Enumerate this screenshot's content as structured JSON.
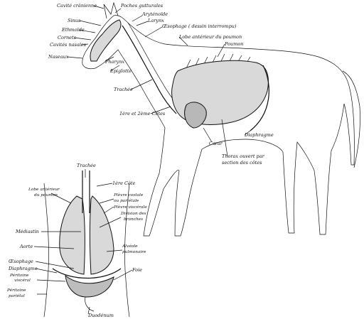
{
  "horse": {
    "labels": {
      "cavite_cranienne": "Cavité crânienne",
      "sinus": "Sinus",
      "ethmoide": "Ethmoïde",
      "cornets": "Cornets",
      "cavite_nasales": "Cavités nasales",
      "naseaux": "Naseaux",
      "poches_gutturales": "Poches gutturales",
      "arytenoide": "Aryténoïde",
      "larynx": "Larynx",
      "oesophage": "Œsophage ( dessin interrompu)",
      "lobe_anterieur": "Lobe antérieur du poumon",
      "poumon": "Poumon",
      "pharynx": "Pharynx",
      "epiglotte": "Epiglotte",
      "trachee": "Trachée",
      "cotes": "1ère et 2ème Côtes",
      "coeur": "Cœur",
      "diaphragme": "Diaphragme",
      "thorax_1": "Thorax ouvert par",
      "thorax_2": "section des côtes"
    }
  },
  "section": {
    "labels": {
      "trachee": "Trachée",
      "premiere_cote": "1ère Côte",
      "lobe_anterieur_1": "Lobe antérieur",
      "lobe_anterieur_2": "du poumon",
      "plevre_costale_1": "Plèvre costale",
      "plevre_costale_2": "ou pariétale",
      "plevre_viscerale": "Plèvre viscérale",
      "division_1": "Division des",
      "division_2": "bronches",
      "mediastin": "Médiastin",
      "aorte": "Aorte",
      "alveole_1": "Alvéole",
      "alveole_2": "pulmonaire",
      "oesophage": "Œsophage",
      "diaphragme": "Diaphragme",
      "peritoine_visceral_1": "Péritoine",
      "peritoine_visceral_2": "viscéral",
      "foie": "Foie",
      "peritoine_parietal_1": "Péritoine",
      "peritoine_parietal_2": "pariétal",
      "duodenum": "Duodénum"
    }
  }
}
